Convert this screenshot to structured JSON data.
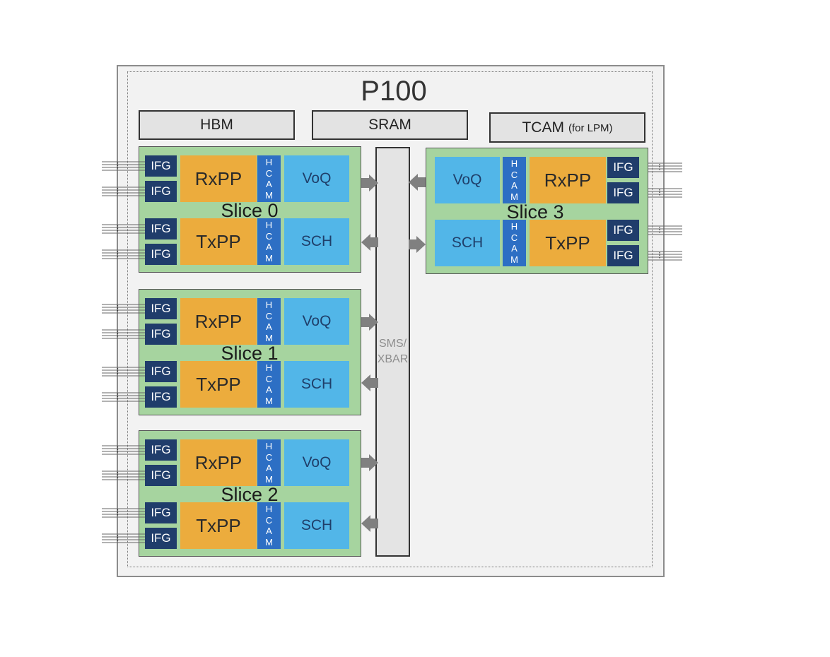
{
  "chip": {
    "title": "P100",
    "interconnect": "SMS/\nXBAR"
  },
  "memories": [
    {
      "name": "HBM",
      "note": ""
    },
    {
      "name": "SRAM",
      "note": ""
    },
    {
      "name": "TCAM",
      "note": "(for LPM)"
    }
  ],
  "slices": [
    {
      "label": "Slice 0",
      "side": "left"
    },
    {
      "label": "Slice 1",
      "side": "left"
    },
    {
      "label": "Slice 2",
      "side": "left"
    },
    {
      "label": "Slice 3",
      "side": "right"
    }
  ],
  "block_labels": {
    "ifg": "IFG",
    "rx": "RxPP",
    "tx": "TxPP",
    "hcam": "HCAM",
    "voq": "VoQ",
    "sch": "SCH"
  },
  "colors": {
    "chip_bg": "#f2f2f2",
    "slice": "#a6d49f",
    "ifg": "#203d6b",
    "packet_processor": "#ecac3d",
    "hcam": "#2d6fc4",
    "queue": "#52b6e8",
    "arrow": "#808080"
  }
}
